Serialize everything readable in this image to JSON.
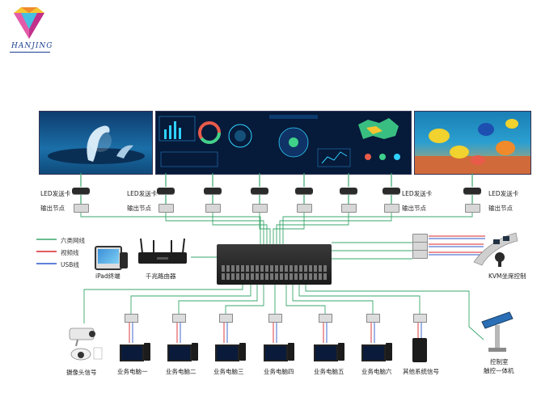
{
  "brand": {
    "name": "HANJING"
  },
  "legend": [
    {
      "label": "六类网线",
      "color": "#3aa76d"
    },
    {
      "label": "视频线",
      "color": "#d9262b"
    },
    {
      "label": "USB线",
      "color": "#2d57c8"
    }
  ],
  "led_sender_label": "LED发送卡",
  "output_node_label": "输出节点",
  "devices": {
    "ipad": "iPad终端",
    "router": "千兆路由器",
    "kvm": "KVM坐席控制",
    "camera": "摄像头信号",
    "kiosk_line1": "控制室",
    "kiosk_line2": "触控一体机"
  },
  "computers": [
    "业务电脑一",
    "业务电脑二",
    "业务电脑三",
    "业务电脑四",
    "业务电脑五",
    "业务电脑六",
    "其他系统信号"
  ],
  "colors": {
    "network": "#3aa76d",
    "video": "#d9262b",
    "usb": "#2d57c8",
    "screen_dark": "#0a1f3d"
  }
}
